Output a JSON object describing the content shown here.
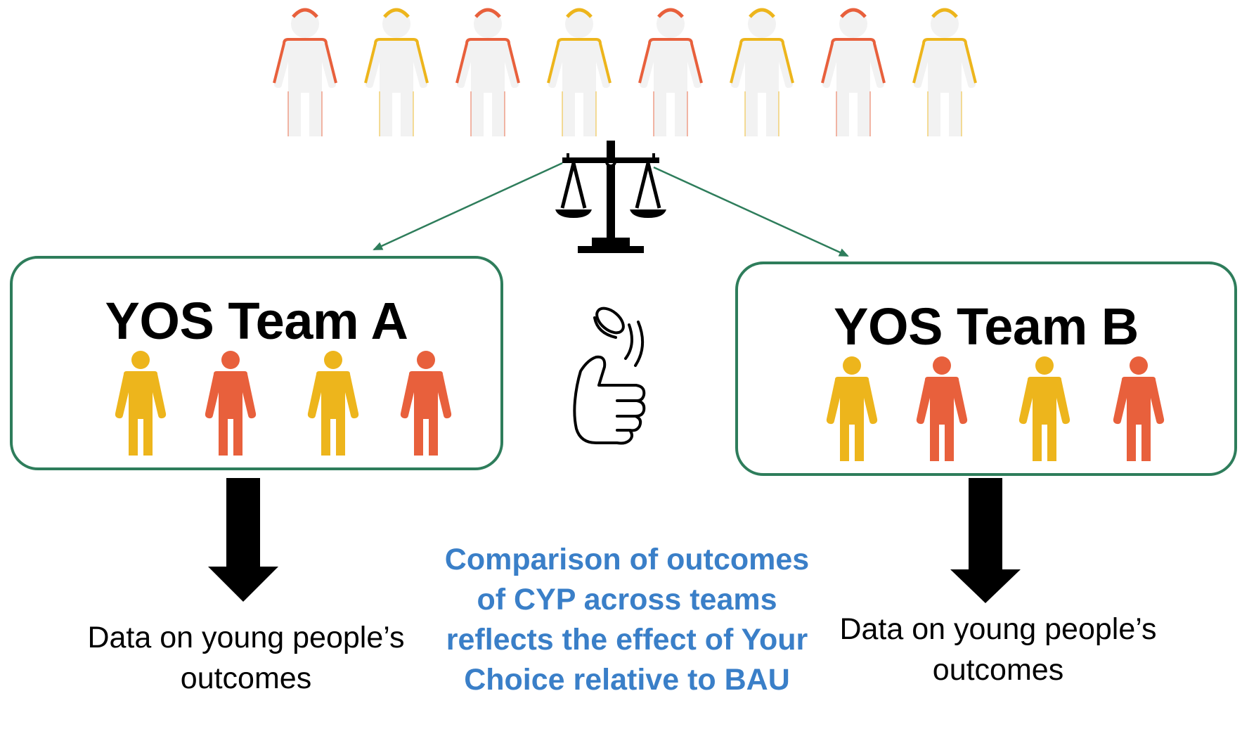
{
  "colors": {
    "yellow": "#edb51c",
    "red": "#e8603c",
    "outline_grey": "#f2f2f2",
    "box_border": "#2e7d5b",
    "arrow_green": "#2e7d5b",
    "comparison_blue": "#3a7fc8"
  },
  "population": {
    "people": [
      "red",
      "yellow",
      "red",
      "yellow",
      "red",
      "yellow",
      "red",
      "yellow"
    ]
  },
  "icons": {
    "scale": "balance-scale-icon",
    "coin": "coin-flip-icon"
  },
  "team_a": {
    "title": "YOS Team A",
    "people": [
      "yellow",
      "red",
      "yellow",
      "red"
    ],
    "outcome": "Data on young people’s outcomes"
  },
  "team_b": {
    "title": "YOS Team B",
    "people": [
      "yellow",
      "red",
      "yellow",
      "red"
    ],
    "outcome": "Data on young people’s outcomes"
  },
  "comparison": {
    "text": "Comparison of outcomes of CYP across teams reflects the effect of Your Choice relative to BAU"
  }
}
